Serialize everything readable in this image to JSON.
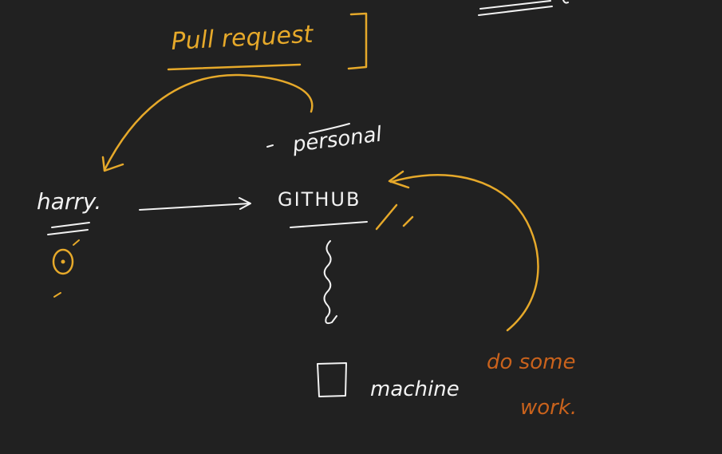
{
  "colors": {
    "background": "#212121",
    "ink_white": "#f2f2f2",
    "ink_yellow": "#e6a92a",
    "ink_orange": "#c9621c"
  },
  "labels": {
    "pull_request": "Pull request",
    "personal": "personal",
    "harry": "harry.",
    "github": "GITHUB",
    "machine": "machine",
    "do_some": "do some",
    "work": "work."
  }
}
